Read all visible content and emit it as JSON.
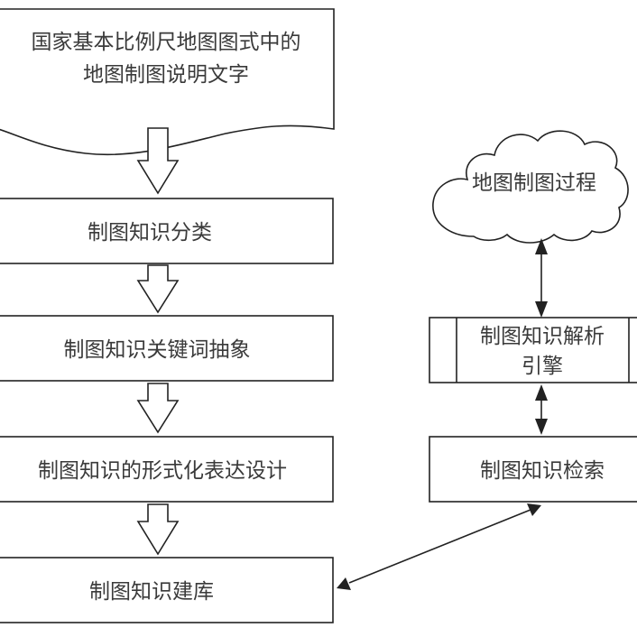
{
  "left_column": {
    "document": {
      "line1": "国家基本比例尺地图图式中的",
      "line2": "地图制图说明文字"
    },
    "step1": "制图知识分类",
    "step2": "制图知识关键词抽象",
    "step3": "制图知识的形式化表达设计",
    "step4": "制图知识建库"
  },
  "right_column": {
    "cloud": "地图制图过程",
    "engine": {
      "line1": "制图知识解析",
      "line2": "引擎"
    },
    "retrieval": "制图知识检索"
  }
}
